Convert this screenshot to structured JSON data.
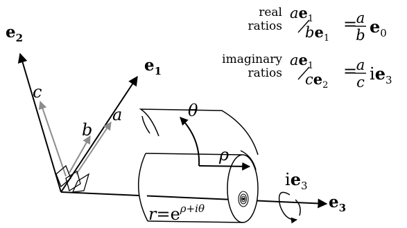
{
  "axes": {
    "e1": {
      "base": "e",
      "sub": "1"
    },
    "e2": {
      "base": "e",
      "sub": "2"
    },
    "e3": {
      "base": "e",
      "sub": "3"
    }
  },
  "vectors": {
    "a": "a",
    "b": "b",
    "c": "c"
  },
  "legend": {
    "real_label_line1": "real",
    "real_label_line2": "ratios",
    "imag_label_line1": "imaginary",
    "imag_label_line2": "ratios",
    "real_formula": {
      "num_coef": "a",
      "num_vec": "e",
      "num_sub": "1",
      "den_coef": "b",
      "den_vec": "e",
      "den_sub": "1",
      "equals": "=",
      "frac_num": "a",
      "frac_den": "b",
      "rhs_vec": "e",
      "rhs_sub": "0"
    },
    "imag_formula": {
      "num_coef": "a",
      "num_vec": "e",
      "num_sub": "1",
      "den_coef": "c",
      "den_vec": "e",
      "den_sub": "2",
      "equals": "=",
      "frac_num": "a",
      "frac_den": "c",
      "rhs_i": "i",
      "rhs_vec": "e",
      "rhs_sub": "3"
    }
  },
  "cylinder": {
    "theta": "θ",
    "rho": "ρ",
    "rotation_label": {
      "i": "i",
      "vec": "e",
      "sub": "3"
    },
    "formula": {
      "lhs": "r",
      "eq": "=",
      "base": "e",
      "exponent": "ρ+iθ"
    }
  },
  "colors": {
    "ink": "#000000",
    "gray_arrow": "#8c8c8c"
  }
}
